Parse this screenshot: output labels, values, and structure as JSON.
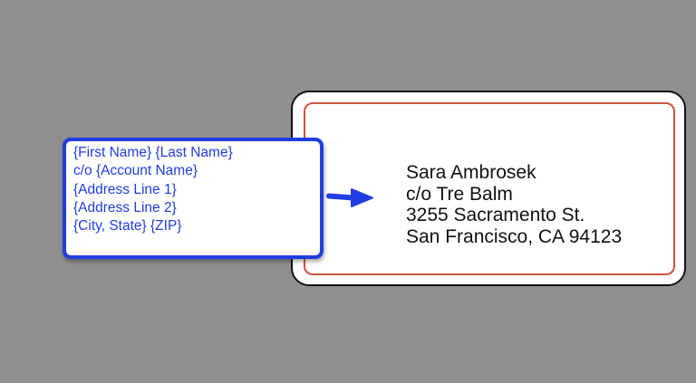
{
  "template": {
    "lines": [
      "{First Name} {Last Name}",
      "c/o {Account Name}",
      "{Address Line 1}",
      "{Address Line 2}",
      "{City, State}  {ZIP}"
    ]
  },
  "arrow": {
    "icon": "right-arrow-icon",
    "color": "#1f3de0"
  },
  "label": {
    "lines": [
      "Sara Ambrosek",
      "c/o Tre Balm",
      "3255 Sacramento St.",
      "San Francisco, CA  94123"
    ],
    "border_color": "#d0533b"
  },
  "colors": {
    "background": "#8f8f8f",
    "template_accent": "#1f3de0",
    "label_border": "#d0533b"
  }
}
